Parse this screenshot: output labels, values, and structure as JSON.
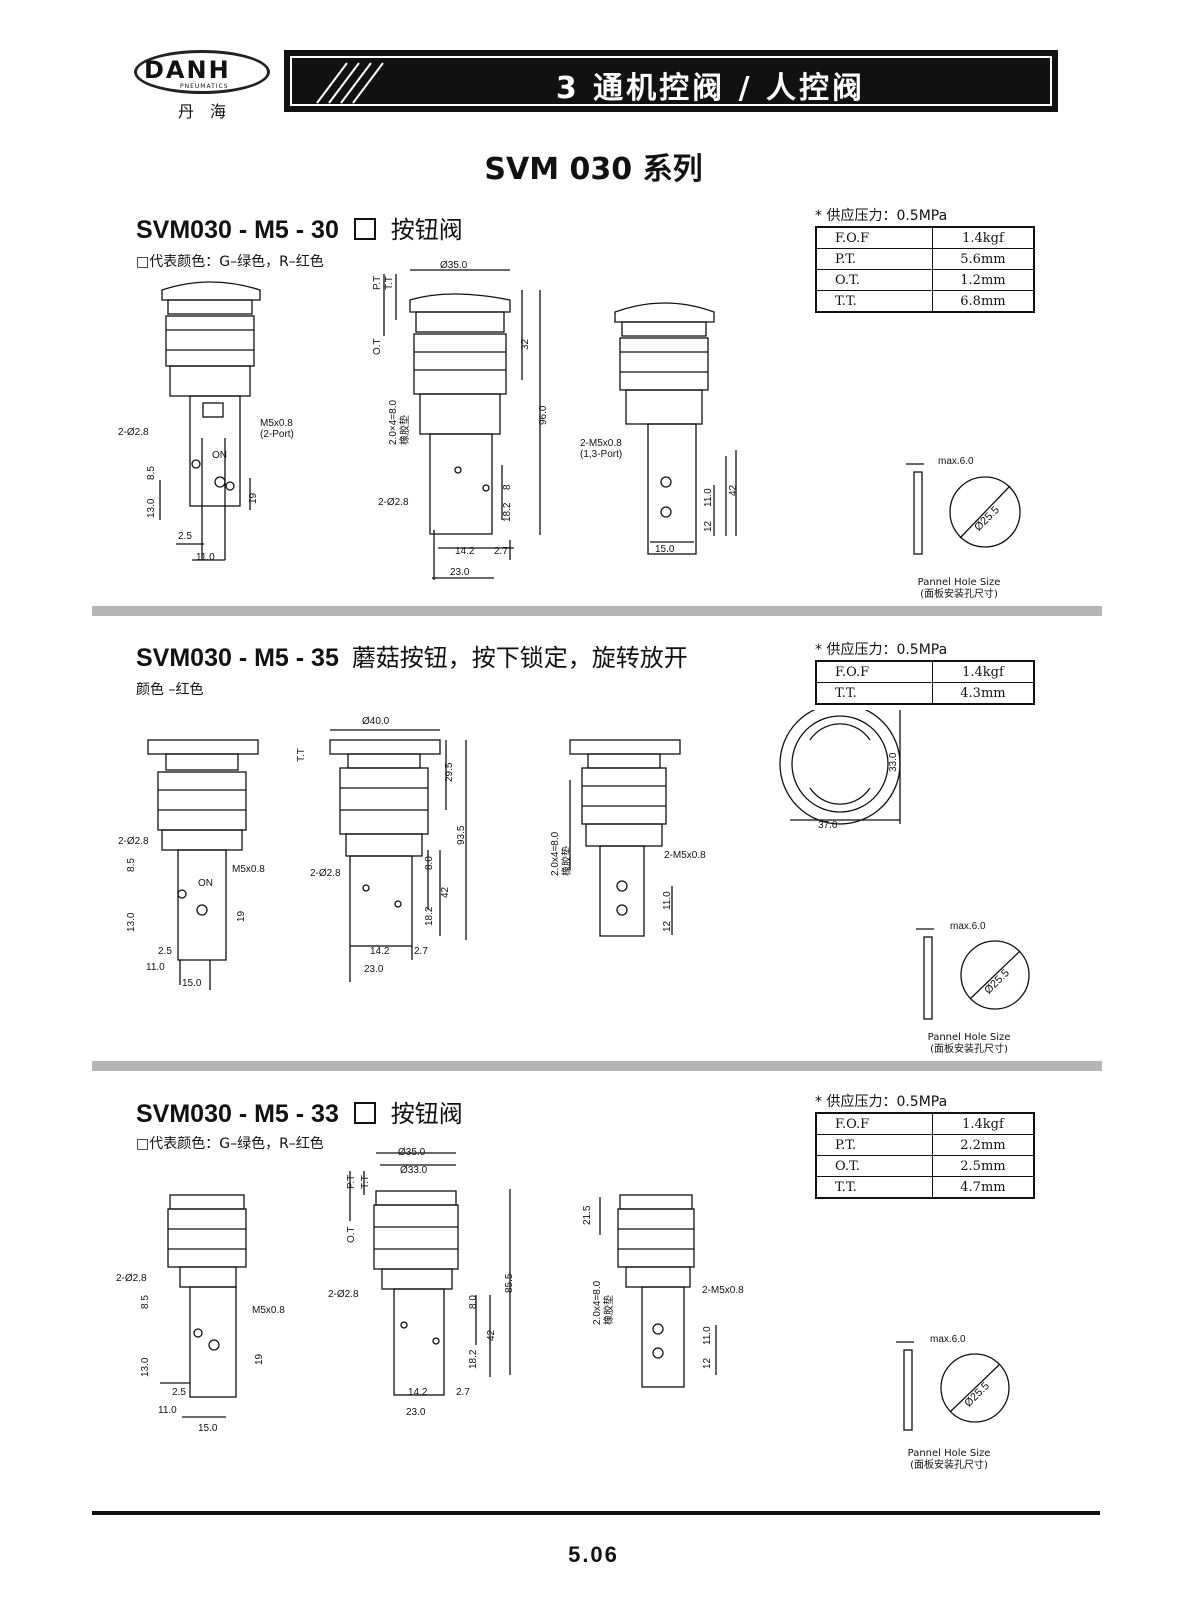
{
  "header": {
    "logo_text": "DANH",
    "logo_sub": "PNEUMATICS",
    "logo_cn": "丹海",
    "banner_title": "3 通机控阀 / 人控阀"
  },
  "page_title": "SVM 030 系列",
  "sections": [
    {
      "model": "SVM030 - M5 - 30",
      "desc": "按钮阀",
      "subtitle": "□代表颜色：G–绿色，R–红色",
      "pressure": "* 供应压力：0.5MPa",
      "specs": [
        [
          "F.O.F",
          "1.4kgf"
        ],
        [
          "P.T.",
          "5.6mm"
        ],
        [
          "O.T.",
          "1.2mm"
        ],
        [
          "T.T.",
          "6.8mm"
        ]
      ],
      "labels": [
        "Ø35.0",
        "P.T",
        "T.T",
        "O.T",
        "32",
        "96.0",
        "2.0×4=8.0",
        "橡胶垫",
        "2-Ø2.8",
        "M5x0.8",
        "(2-Port)",
        "ON",
        "8.5",
        "13.0",
        "19",
        "2.5",
        "11.0",
        "8",
        "18.2",
        "14.2",
        "2.7",
        "23.0",
        "2-M5x0.8",
        "(1,3-Port)",
        "11.0",
        "12",
        "42",
        "15.0"
      ],
      "panel": {
        "max": "max.6.0",
        "dia": "Ø25.5",
        "cap1": "Pannel Hole Size",
        "cap2": "(面板安装孔尺寸)"
      }
    },
    {
      "model": "SVM030 - M5 - 35",
      "desc": "蘑菇按钮，按下锁定，旋转放开",
      "subtitle": "颜色 –红色",
      "pressure": "* 供应压力：0.5MPa",
      "specs": [
        [
          "F.O.F",
          "1.4kgf"
        ],
        [
          "T.T.",
          "4.3mm"
        ]
      ],
      "labels": [
        "Ø40.0",
        "T.T",
        "29.5",
        "93.5",
        "2-Ø2.8",
        "M5x0.8",
        "ON",
        "8.5",
        "13.0",
        "19",
        "2.5",
        "11.0",
        "15.0",
        "8.0",
        "42",
        "18.2",
        "14.2",
        "2.7",
        "23.0",
        "2.0x4=8.0",
        "橡胶垫",
        "2-M5x0.8",
        "11.0",
        "12",
        "33.0",
        "37.0"
      ],
      "panel": {
        "max": "max.6.0",
        "dia": "Ø25.5",
        "cap1": "Pannel Hole Size",
        "cap2": "(面板安装孔尺寸)"
      }
    },
    {
      "model": "SVM030 - M5 - 33",
      "desc": "按钮阀",
      "subtitle": "□代表颜色：G–绿色，R–红色",
      "pressure": "* 供应压力：0.5MPa",
      "specs": [
        [
          "F.O.F",
          "1.4kgf"
        ],
        [
          "P.T.",
          "2.2mm"
        ],
        [
          "O.T.",
          "2.5mm"
        ],
        [
          "T.T.",
          "4.7mm"
        ]
      ],
      "labels": [
        "Ø35.0",
        "Ø33.0",
        "P.T",
        "T.T",
        "O.T",
        "85.5",
        "2-Ø2.8",
        "M5x0.8",
        "8.5",
        "13.0",
        "19",
        "2.5",
        "11.0",
        "15.0",
        "8.0",
        "42",
        "18.2",
        "14.2",
        "2.7",
        "23.0",
        "21.5",
        "2.0x4=8.0",
        "橡胶垫",
        "2-M5x0.8",
        "11.0",
        "12"
      ],
      "panel": {
        "max": "max.6.0",
        "dia": "Ø25.5",
        "cap1": "Pannel Hole Size",
        "cap2": "(面板安装孔尺寸)"
      }
    }
  ],
  "page_number": "5.06"
}
